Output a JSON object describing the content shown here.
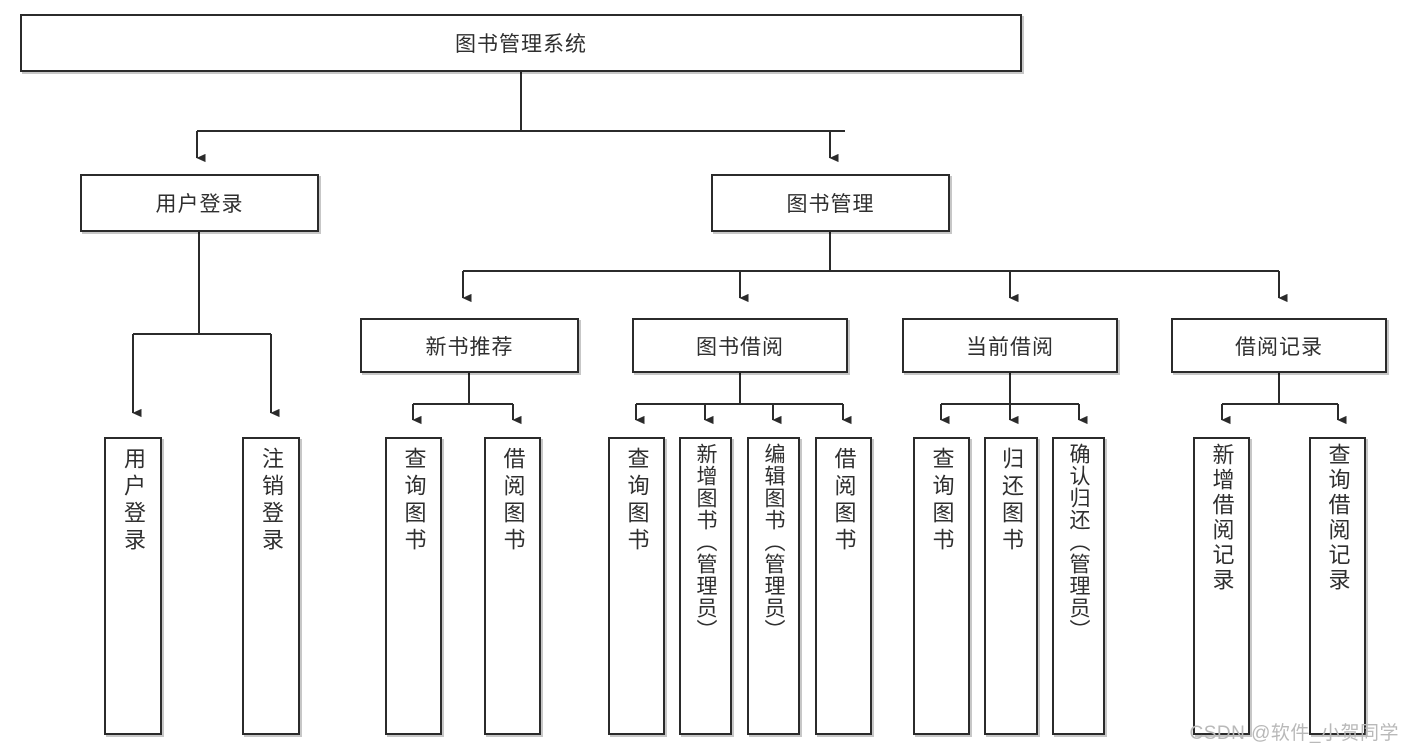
{
  "diagram": {
    "title": "图书管理系统",
    "type": "tree",
    "watermark": "CSDN @软件_小贺同学",
    "colors": {
      "box_border": "#2b2b2b",
      "box_fill": "#ffffff",
      "text": "#2f2f2f",
      "connector": "#2b2b2b",
      "watermark": "#b9b9b9"
    },
    "root": {
      "label": "图书管理系统"
    },
    "level1": [
      {
        "label": "用户登录"
      },
      {
        "label": "图书管理"
      }
    ],
    "level2": [
      {
        "label": "新书推荐"
      },
      {
        "label": "图书借阅"
      },
      {
        "label": "当前借阅"
      },
      {
        "label": "借阅记录"
      }
    ],
    "leaves": {
      "user_login": [
        {
          "label": "用户登录"
        },
        {
          "label": "注销登录"
        }
      ],
      "new_book": [
        {
          "label": "查询图书"
        },
        {
          "label": "借阅图书"
        }
      ],
      "book_borrow": [
        {
          "label": "查询图书"
        },
        {
          "label": "新增图书（管理员）"
        },
        {
          "label": "编辑图书（管理员）"
        },
        {
          "label": "借阅图书"
        }
      ],
      "current_borrow": [
        {
          "label": "查询图书"
        },
        {
          "label": "归还图书"
        },
        {
          "label": "确认归还（管理员）"
        }
      ],
      "borrow_record": [
        {
          "label": "新增借阅记录"
        },
        {
          "label": "查询借阅记录"
        }
      ]
    }
  }
}
